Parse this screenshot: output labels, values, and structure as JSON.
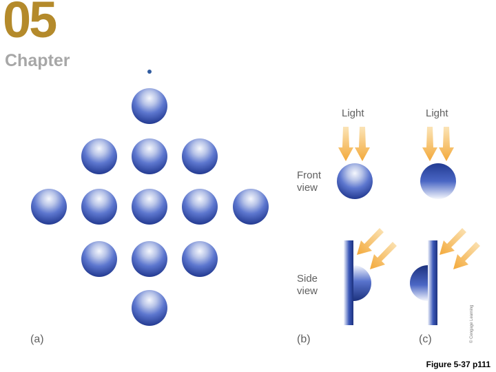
{
  "header": {
    "chapter_number": "05",
    "chapter_word": "Chapter"
  },
  "figure": {
    "light_label": "Light",
    "front_view_label": "Front\nview",
    "side_view_label": "Side\nview",
    "panel_labels": [
      "(a)",
      "(b)",
      "(c)"
    ],
    "credit": "© Cengage Learning",
    "caption": "Figure 5-37 p111"
  },
  "colors": {
    "brand_gold": "#b48a2b",
    "sphere_blue": "#2c4ba8",
    "sphere_dark": "#1d327e",
    "sphere_light": "#f0f3fb",
    "arrow_orange": "#f3a93a",
    "arrow_light": "#fbe4b7",
    "dot_blue": "#315ca0"
  }
}
